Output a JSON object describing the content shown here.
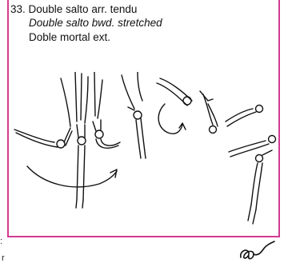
{
  "element": {
    "title": "33. Double salto arr. tendu",
    "subtitle_en": "Double salto bwd. stretched",
    "subtitle_es": "Doble mortal ext."
  },
  "illustration": {
    "icon": "gymnast-rings-sequence-icon"
  },
  "signature": {
    "icon": "handwritten-initials-icon"
  },
  "colors": {
    "frame": "#d23a93",
    "ink": "#111111"
  }
}
